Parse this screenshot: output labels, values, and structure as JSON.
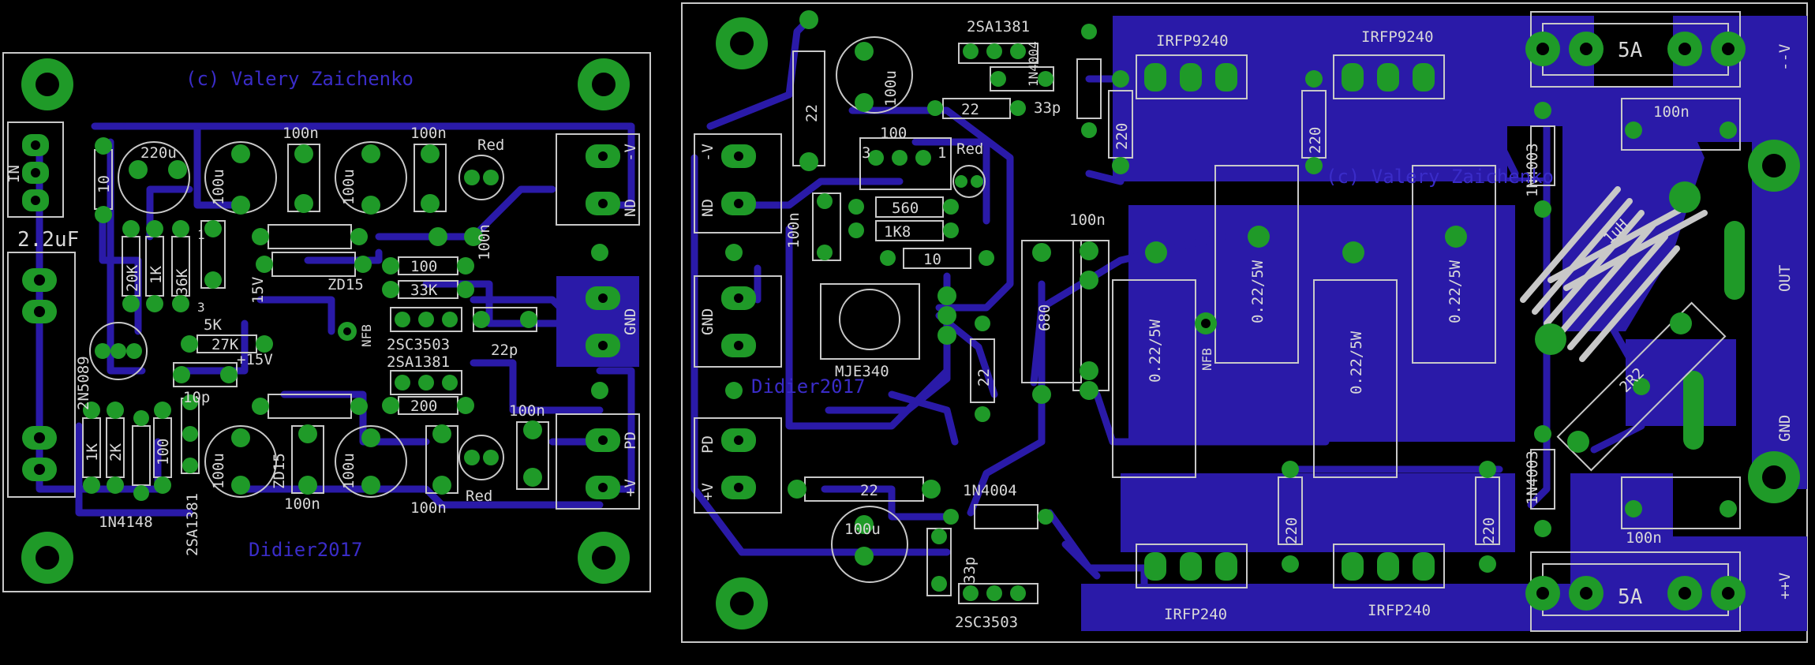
{
  "colors": {
    "background": "#000000",
    "outline": "#c8c8c8",
    "copper_bottom": "#2a1aa8",
    "pad": "#1f9a28",
    "drill": "#000000",
    "silk_text_blue": "#3a2cc8",
    "silk_text": "#d8d8d8"
  },
  "left_board": {
    "credit": "(c) Valery Zaichenko",
    "signature": "Didier2017",
    "caps": [
      "220u",
      "100u",
      "100u",
      "100u",
      "100u",
      "2.2uF",
      "10p"
    ],
    "cap_100n": [
      "100n",
      "100n",
      "100n",
      "100n",
      "100n",
      "100n"
    ],
    "resistors": [
      "10",
      "20K",
      "1K",
      "36K",
      "5K",
      "27K",
      "100",
      "33K",
      "200",
      "1K",
      "2K",
      "100"
    ],
    "semis": [
      "ZD15",
      "ZD15",
      "2SC3503",
      "2SA1381",
      "2SA1381",
      "1N4148",
      "2N5089",
      "15V"
    ],
    "leds": [
      "Red",
      "Red"
    ],
    "labels": [
      "IN",
      "NFB",
      "+15V",
      "22p",
      "1",
      "3"
    ],
    "connectors": [
      "-V",
      "ND",
      "GND",
      "PD",
      "+V"
    ]
  },
  "right_board": {
    "credit": "(c) Valery Zaichenko",
    "signature": "Didier2017",
    "mosfets_top": [
      "IRFP9240",
      "IRFP9240"
    ],
    "mosfets_bottom": [
      "IRFP240",
      "IRFP240"
    ],
    "transistors": [
      "2SA1381",
      "2SC3503",
      "MJE340"
    ],
    "diodes": [
      "1N4004",
      "1N4004",
      "1N4003",
      "1N4003"
    ],
    "power_resistors": [
      "0.22/5W",
      "0.22/5W",
      "0.22/5W",
      "0.22/5W"
    ],
    "resistors": [
      "22",
      "22",
      "22",
      "22",
      "560",
      "1K8",
      "10",
      "680",
      "220",
      "220",
      "220",
      "220",
      "2R2",
      "100"
    ],
    "caps": [
      "100u",
      "100u",
      "33p",
      "33p",
      "100n",
      "100n",
      "100n",
      "100n"
    ],
    "inductor": "1uH",
    "led": "Red",
    "fuses": [
      "5A",
      "5A"
    ],
    "labels": [
      "NFB",
      "1",
      "3"
    ],
    "connectors_left": [
      "-V",
      "ND",
      "GND",
      "PD",
      "+V"
    ],
    "connectors_right": [
      "--V",
      "OUT",
      "GND",
      "++V"
    ]
  }
}
